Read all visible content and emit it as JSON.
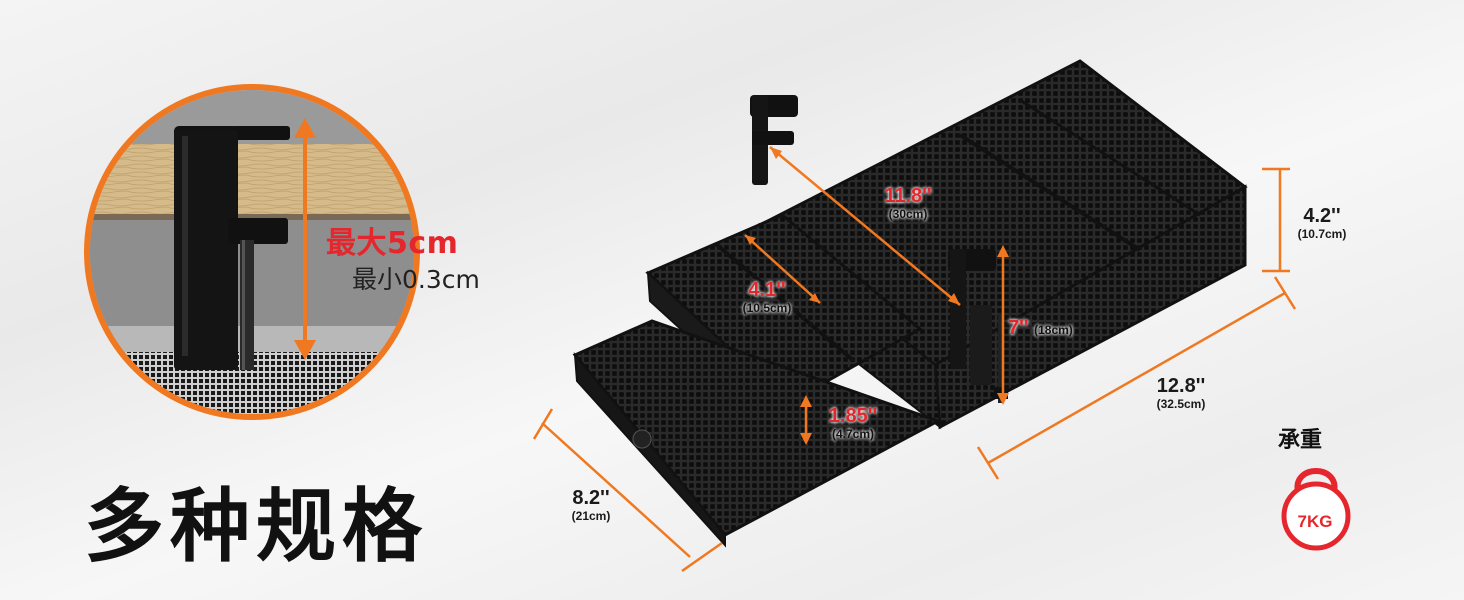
{
  "detail": {
    "max_label": "最大5cm",
    "min_label": "最小0.3cm"
  },
  "title": "多种规格",
  "dimensions": {
    "top_length": {
      "value": "11.8''",
      "sub": "(30cm)"
    },
    "top_width": {
      "value": "4.1''",
      "sub": "(10.5cm)"
    },
    "clamp_height": {
      "value": "7''",
      "sub": "(18cm)"
    },
    "drawer_height": {
      "value": "1.85''",
      "sub": "(4.7cm)"
    },
    "body_height": {
      "value": "4.2''",
      "sub": "(10.7cm)"
    },
    "depth": {
      "value": "12.8''",
      "sub": "(32.5cm)"
    },
    "width": {
      "value": "8.2''",
      "sub": "(21cm)"
    }
  },
  "load": {
    "label": "承重",
    "weight": "7KG"
  },
  "colors": {
    "accent_orange": "#f07820",
    "accent_red": "#e5272d",
    "product_black": "#151515"
  }
}
